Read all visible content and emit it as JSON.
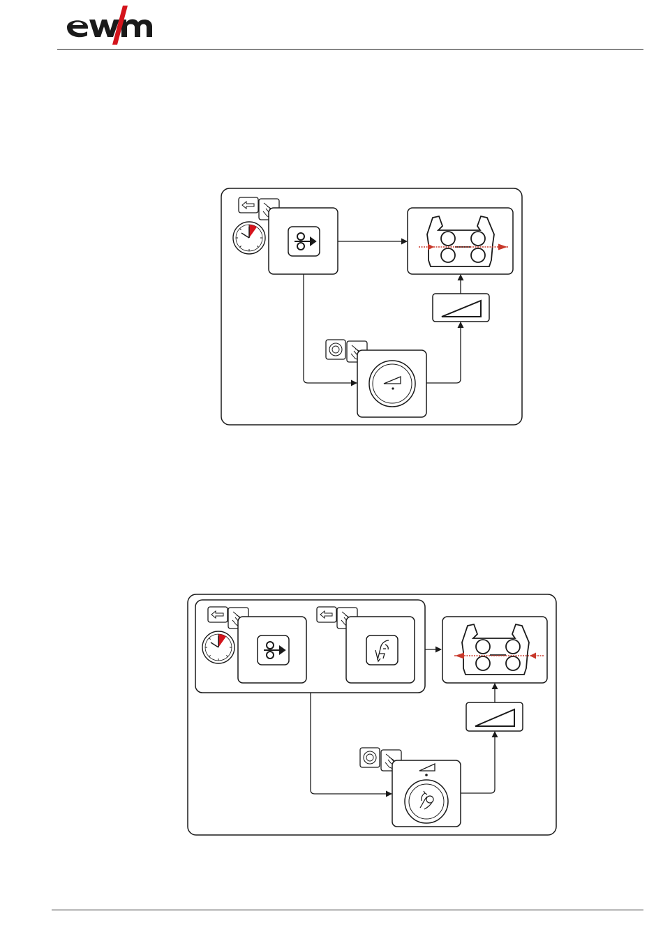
{
  "header": {
    "logo_text": "ewm",
    "logo_slash_color": "#d4141c"
  },
  "colors": {
    "stroke": "#1a1a1a",
    "accent_red": "#d4141c",
    "arrow_red": "#c8392b"
  },
  "diagrams": [
    {
      "name": "wire-inching-forward",
      "icons": [
        "back-key-icon",
        "press-hand-icon",
        "timer-icon",
        "wire-inching-icon",
        "wire-feed-rolls-icon",
        "ramp-icon",
        "knob-icon",
        "press-hand-icon"
      ],
      "wire_direction": "forward"
    },
    {
      "name": "wire-return",
      "icons": [
        "back-key-icon",
        "press-hand-icon",
        "timer-icon",
        "wire-inching-icon",
        "back-key-icon",
        "press-hand-icon",
        "torch-trigger-icon",
        "wire-feed-rolls-icon",
        "ramp-icon",
        "knob-icon",
        "press-hand-icon",
        "knob-turn-icon"
      ],
      "wire_direction": "reverse"
    }
  ]
}
